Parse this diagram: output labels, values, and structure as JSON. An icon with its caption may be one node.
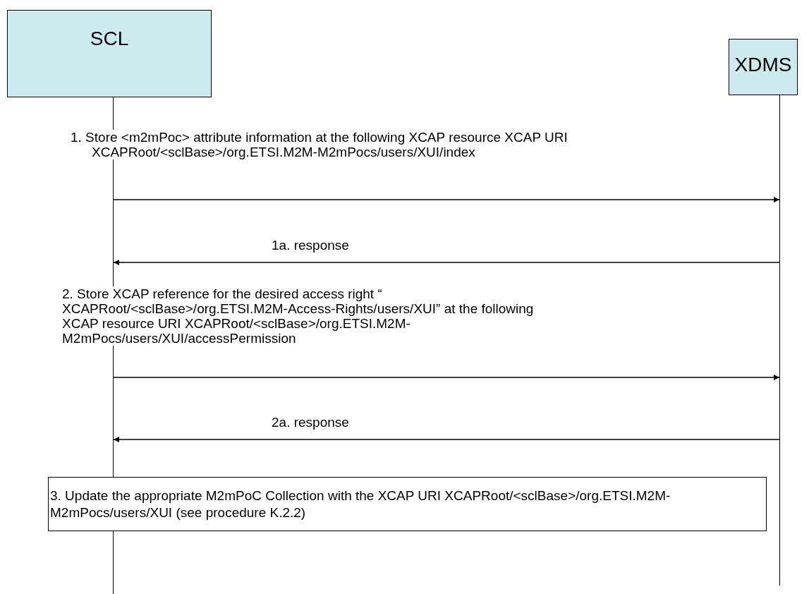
{
  "diagram": {
    "nodes": [
      {
        "text": [
          "SCL"
        ]
      },
      {
        "text": [
          "XDMS"
        ]
      },
      {
        "text": [],
        "shape": "line"
      },
      {
        "text": [],
        "shape": "line"
      },
      {
        "text": [
          "3. Update the appropriate M2mPoC Collection with the XCAP URI XCAPRoot/<sclBase>/org.ETSI.M2M-M2mPocs/users/XUI (see procedure K.2.2)"
        ]
      }
    ],
    "edges": [
      {
        "from": 2,
        "to": 3,
        "arrow": "to",
        "label": "1. Store <m2mPoc> attribute information at the following XCAP resource XCAP URI XCAPRoot/<sclBase>/org.ETSI.M2M-M2mPocs/users/XUI/index"
      },
      {
        "from": 3,
        "to": 2,
        "arrow": "to",
        "label": "1a. response"
      },
      {
        "from": 2,
        "to": 3,
        "arrow": "to",
        "label": "2. Store XCAP reference for the desired access right “ XCAPRoot/<sclBase>/org.ETSI.M2M-Access-Rights/users/XUI” at the following XCAP resource URI XCAPRoot/<sclBase>/org.ETSI.M2M-M2mPocs/users/XUI/accessPermission"
      },
      {
        "from": 3,
        "to": 2,
        "arrow": "to",
        "label": "2a. response"
      }
    ]
  }
}
